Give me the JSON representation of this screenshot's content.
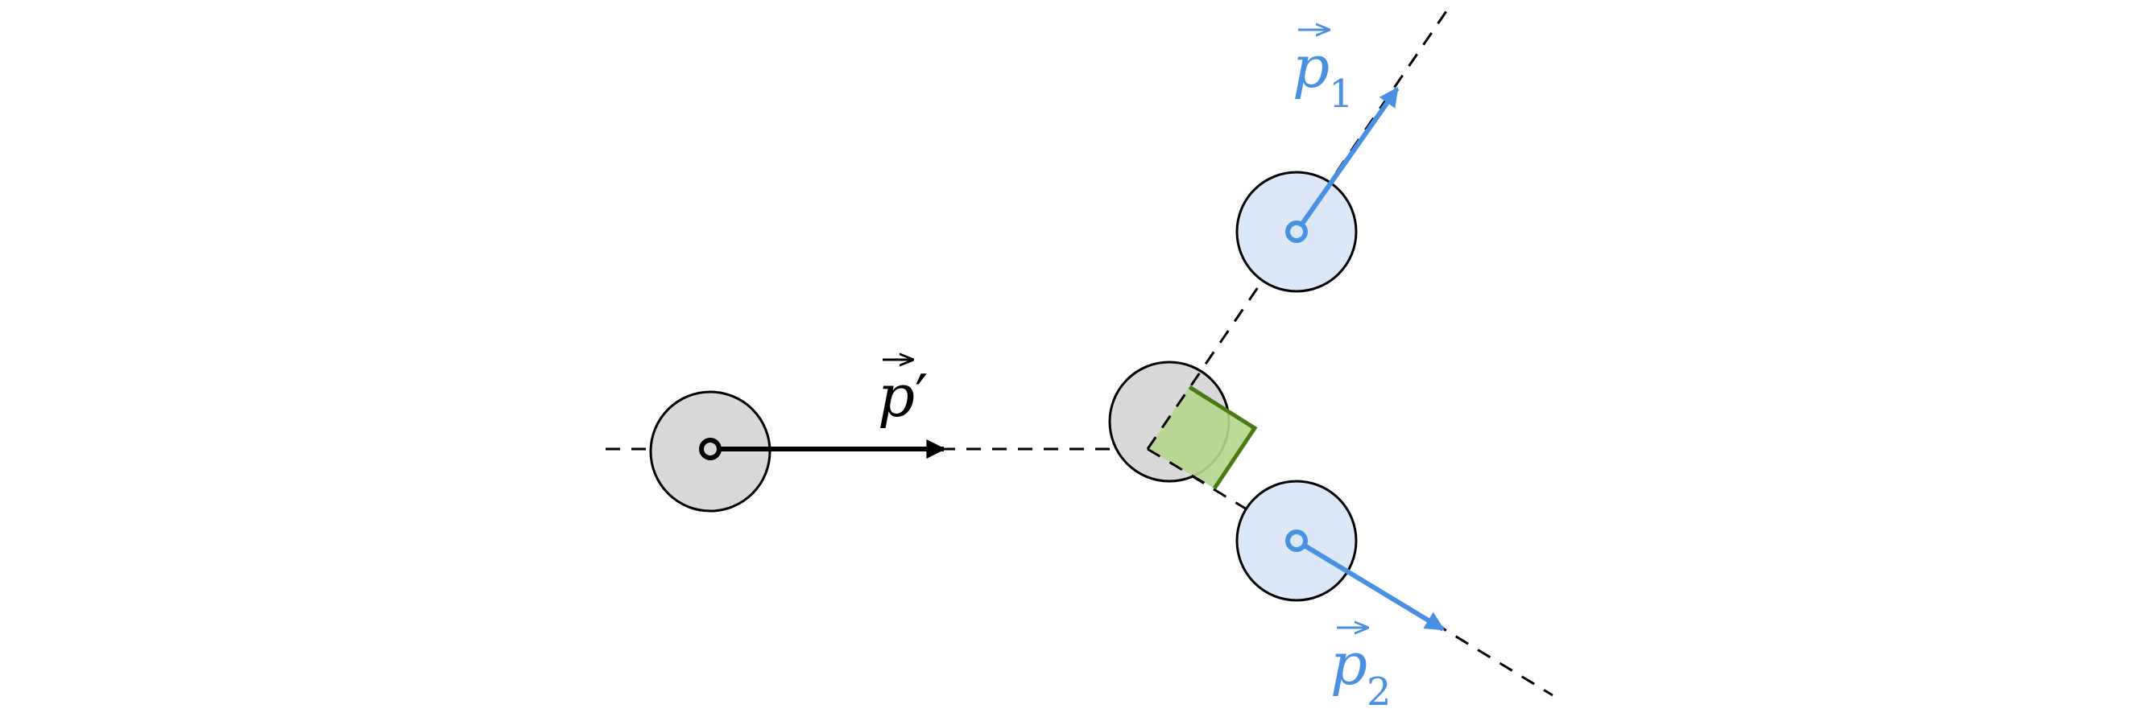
{
  "labels": {
    "incoming": {
      "symbol": "p",
      "prime": "′"
    },
    "outgoing1": {
      "symbol": "p",
      "subscript": "1"
    },
    "outgoing2": {
      "symbol": "p",
      "subscript": "2"
    }
  },
  "colors": {
    "incoming_ball_fill": "#d9d9d9",
    "outgoing_ball_fill": "#dce8f7",
    "outgoing_vector": "#4a90e2",
    "incoming_vector": "#000000",
    "right_angle_fill": "#b5d58d",
    "right_angle_stroke": "#4a7a12",
    "path_line": "#000000"
  },
  "icons": {
    "right_angle": "right-angle-marker",
    "vector_arrow": "over-arrow"
  }
}
